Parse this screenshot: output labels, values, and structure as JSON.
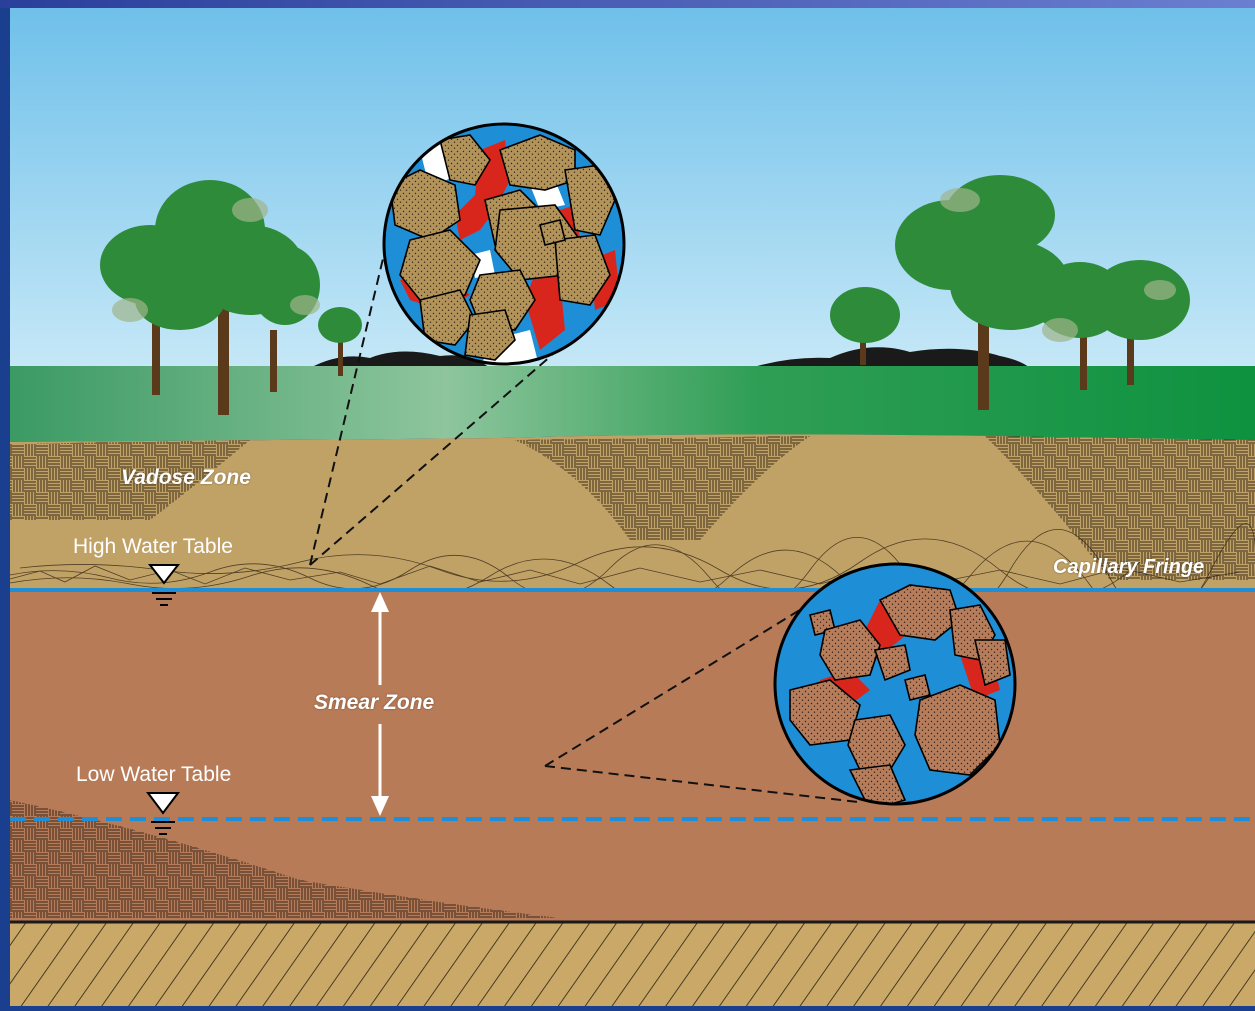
{
  "labels": {
    "vadose_zone": "Vadose Zone",
    "high_water_table": "High Water Table",
    "capillary_fringe": "Capillary Fringe",
    "smear_zone": "Smear Zone",
    "low_water_table": "Low Water Table"
  },
  "colors": {
    "frame": "#1b3f8f",
    "sky_top": "#6fc0ea",
    "sky_bottom": "#bfe4f6",
    "grass": "#0e9240",
    "vadose_soil": "#c1a266",
    "saturated_soil": "#b87b57",
    "bedrock": "#c9a868",
    "water_line": "#1e8fd6",
    "pore_water": "#1e8fd6",
    "contaminant": "#d9261c",
    "soil_grain": "#b2935a",
    "tree_foliage": "#2e8b3a"
  }
}
